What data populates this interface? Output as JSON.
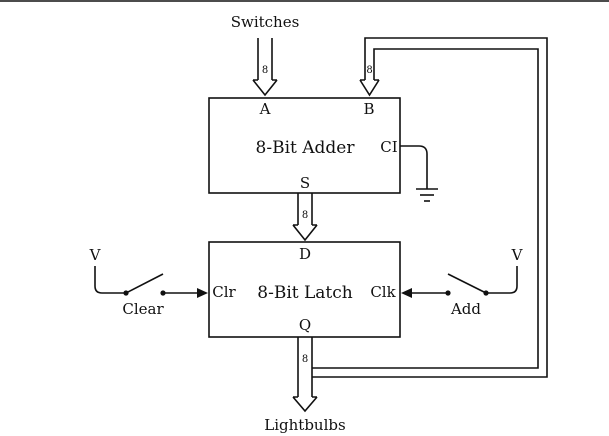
{
  "adder": {
    "title": "8-Bit Adder",
    "port_a": "A",
    "port_b": "B",
    "port_ci": "CI",
    "port_s": "S"
  },
  "latch": {
    "title": "8-Bit Latch",
    "port_d": "D",
    "port_clr": "Clr",
    "port_clk": "Clk",
    "port_q": "Q"
  },
  "labels": {
    "switches": "Switches",
    "lightbulbs": "Lightbulbs",
    "clear": "Clear",
    "add": "Add",
    "v_left": "V",
    "v_right": "V"
  },
  "bus_width": {
    "switches_to_a": "8",
    "feedback_to_b": "8",
    "s_to_d": "8",
    "q_out": "8"
  }
}
